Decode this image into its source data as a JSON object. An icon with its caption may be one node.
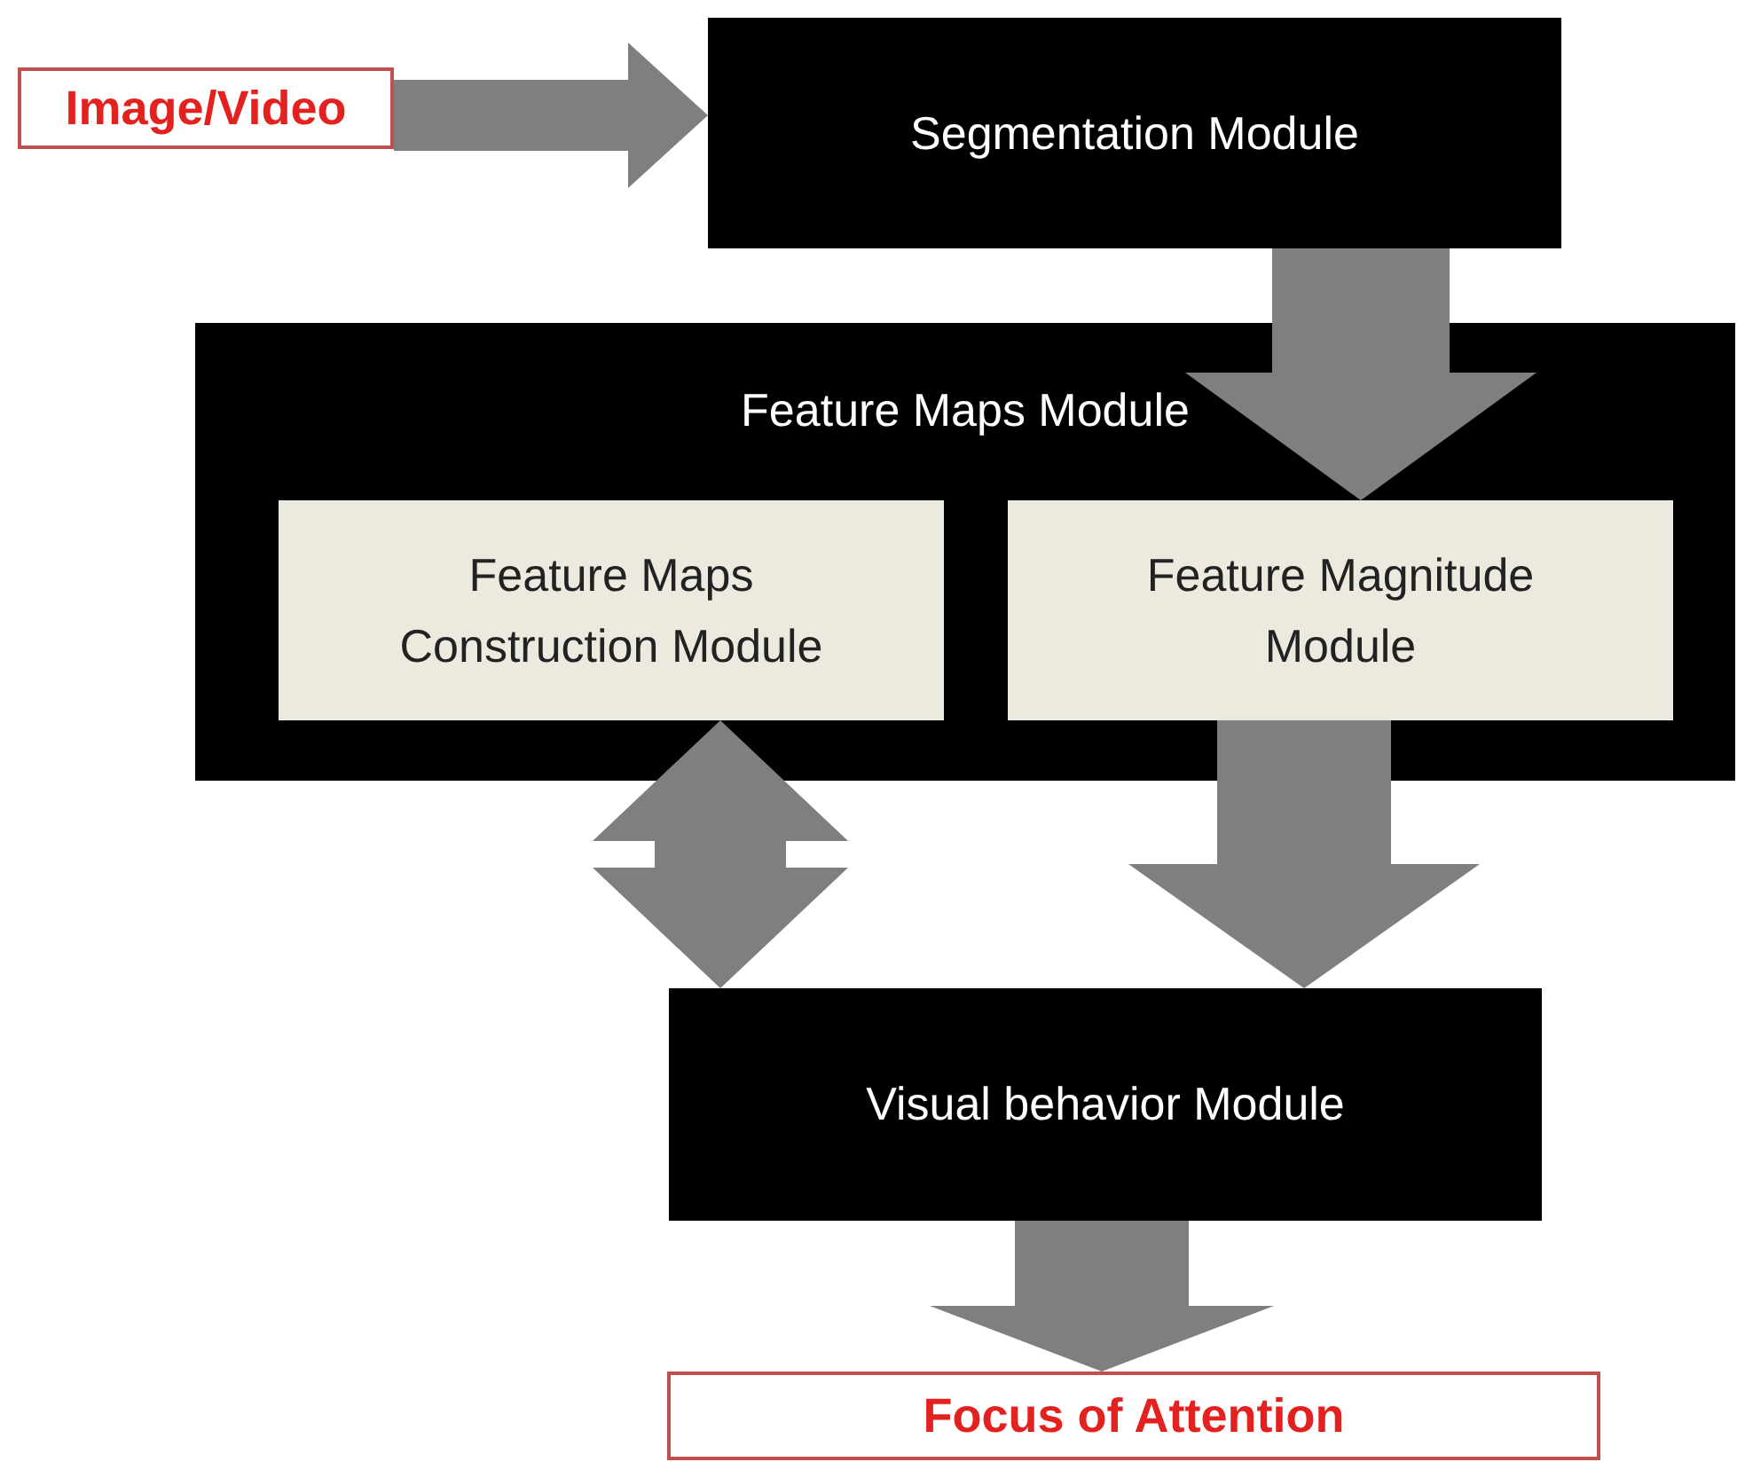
{
  "diagram": {
    "nodes": [
      {
        "text": [
          "Image/Video"
        ]
      },
      {
        "text": [
          "Segmentation Module"
        ]
      },
      {
        "text": [
          "Feature Maps Module"
        ]
      },
      {
        "text": [
          "Feature Maps Construction Module"
        ],
        "in": 2
      },
      {
        "text": [
          "Feature Magnitude Module"
        ],
        "in": 2
      },
      {
        "text": [
          "Visual behavior Module"
        ]
      },
      {
        "text": [
          "Focus of Attention"
        ]
      }
    ],
    "edges": [
      {
        "from": 0,
        "to": 1,
        "arrow": "to"
      },
      {
        "from": 1,
        "to": 4,
        "arrow": "to"
      },
      {
        "from": 3,
        "to": 5,
        "arrow": "both"
      },
      {
        "from": 4,
        "to": 5,
        "arrow": "to"
      },
      {
        "from": 5,
        "to": 6,
        "arrow": "to"
      }
    ]
  }
}
